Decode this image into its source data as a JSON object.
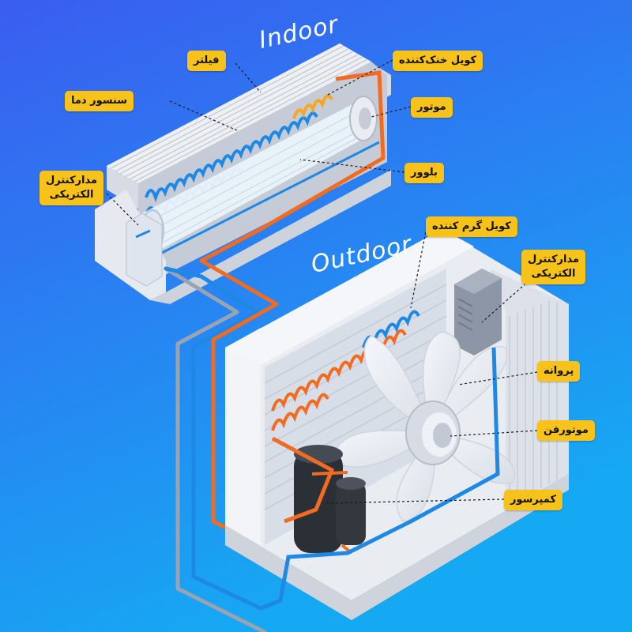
{
  "headings": {
    "indoor": "Indoor",
    "outdoor": "Outdoor"
  },
  "labels": {
    "filter": "فیلتر",
    "cooling_coil": "کویل خنک‌کننده",
    "temp_sensor": "سنسور دما",
    "indoor_motor": "موتور",
    "indoor_control_line1": "مدارکنترل",
    "indoor_control_line2": "الکتریکی",
    "blower": "بلوور",
    "heating_coil": "کویل گرم کننده",
    "outdoor_control_line1": "مدارکنترل",
    "outdoor_control_line2": "الکتریکی",
    "fan": "پروانه",
    "fan_motor": "موتورفن",
    "compressor": "کمپرسور"
  },
  "colors": {
    "background_top": "#3a63f0",
    "background_bottom": "#19a6f2",
    "label_bg": "#f7c21a",
    "pipe_orange": "#f26b21",
    "pipe_blue": "#1e88e5",
    "pipe_gray": "#9aa3b2",
    "unit_body": "#e6e9ef"
  }
}
